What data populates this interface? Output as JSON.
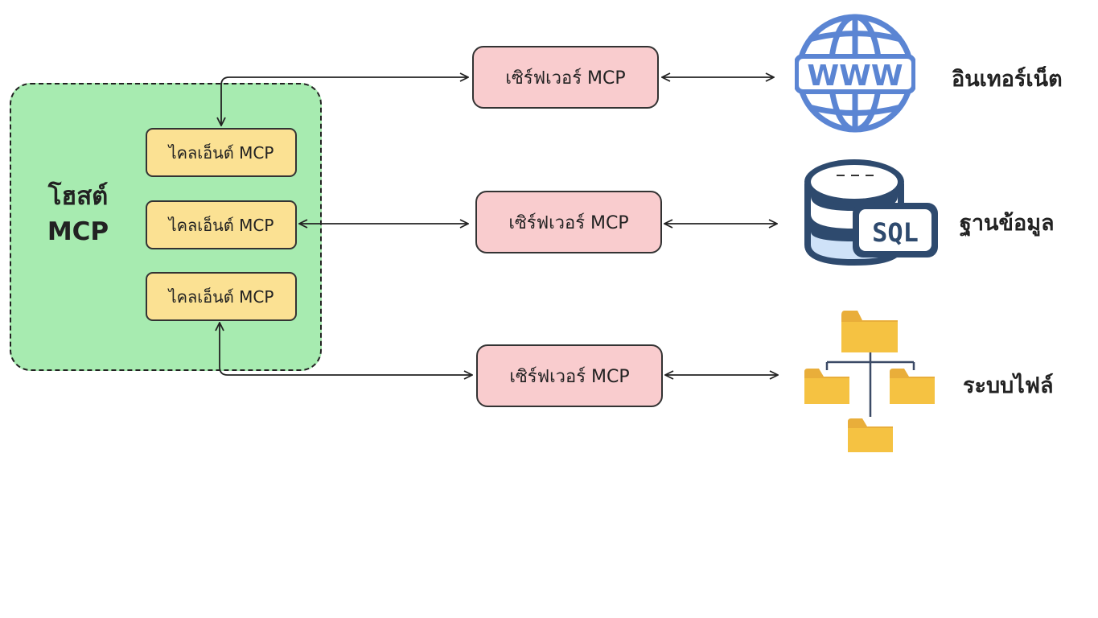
{
  "host": {
    "line1": "โฮสต์",
    "line2": "MCP"
  },
  "clients": [
    "ไคลเอ็นต์ MCP",
    "ไคลเอ็นต์ MCP",
    "ไคลเอ็นต์ MCP"
  ],
  "servers": [
    "เซิร์ฟเวอร์ MCP",
    "เซิร์ฟเวอร์ MCP",
    "เซิร์ฟเวอร์ MCP"
  ],
  "resources": {
    "internet": {
      "label": "อินเทอร์เน็ต",
      "icon_text": "WWW",
      "icon": "globe-icon"
    },
    "database": {
      "label": "ฐานข้อมูล",
      "icon_text": "SQL",
      "icon": "database-icon"
    },
    "filesystem": {
      "label": "ระบบไฟล์",
      "icon": "folder-tree-icon"
    }
  },
  "colors": {
    "host_fill": "#a7ebb0",
    "client_fill": "#fbe193",
    "server_fill": "#f9ccce",
    "globe_blue": "#5b85d3",
    "db_dark": "#2e4a6e",
    "db_light": "#cfe2f8",
    "folder_yellow": "#f5c242"
  }
}
